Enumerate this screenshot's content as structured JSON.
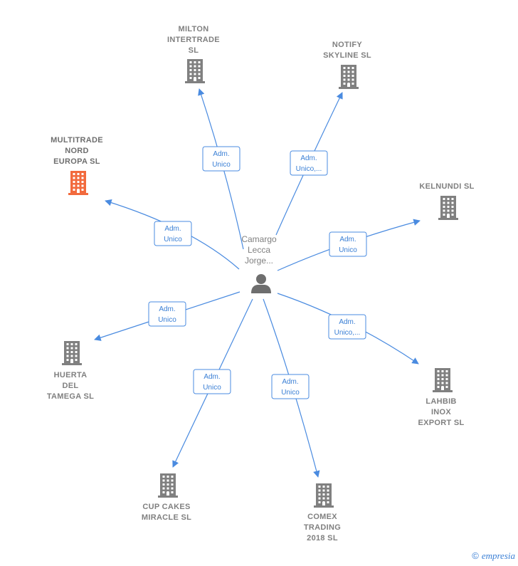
{
  "colors": {
    "edge": "#4a8be0",
    "building": "#808080",
    "building_highlight": "#f26a3d",
    "person": "#6e6e6e"
  },
  "center": {
    "lines": [
      "Camargo",
      "Lecca",
      "Jorge..."
    ]
  },
  "nodes": [
    {
      "id": "milton",
      "lines": [
        "MILTON",
        "INTERTRADE",
        "SL"
      ],
      "highlight": false
    },
    {
      "id": "notify",
      "lines": [
        "NOTIFY",
        "SKYLINE  SL"
      ],
      "highlight": false
    },
    {
      "id": "multitrade",
      "lines": [
        "MULTITRADE",
        "NORD",
        "EUROPA  SL"
      ],
      "highlight": true
    },
    {
      "id": "kelnundi",
      "lines": [
        "KELNUNDI  SL"
      ],
      "highlight": false
    },
    {
      "id": "huerta",
      "lines": [
        "HUERTA",
        "DEL",
        "TAMEGA  SL"
      ],
      "highlight": false
    },
    {
      "id": "lahbib",
      "lines": [
        "LAHBIB",
        "INOX",
        "EXPORT  SL"
      ],
      "highlight": false
    },
    {
      "id": "cupcakes",
      "lines": [
        "CUP CAKES",
        "MIRACLE  SL"
      ],
      "highlight": false
    },
    {
      "id": "comex",
      "lines": [
        "COMEX",
        "TRADING",
        "2018  SL"
      ],
      "highlight": false
    }
  ],
  "edges": [
    {
      "to": "milton",
      "lines": [
        "Adm.",
        "Unico"
      ]
    },
    {
      "to": "notify",
      "lines": [
        "Adm.",
        "Unico,..."
      ]
    },
    {
      "to": "multitrade",
      "lines": [
        "Adm.",
        "Unico"
      ]
    },
    {
      "to": "kelnundi",
      "lines": [
        "Adm.",
        "Unico"
      ]
    },
    {
      "to": "huerta",
      "lines": [
        "Adm.",
        "Unico"
      ]
    },
    {
      "to": "lahbib",
      "lines": [
        "Adm.",
        "Unico,..."
      ]
    },
    {
      "to": "cupcakes",
      "lines": [
        "Adm.",
        "Unico"
      ]
    },
    {
      "to": "comex",
      "lines": [
        "Adm.",
        "Unico"
      ]
    }
  ],
  "footer": {
    "copyright_symbol": "©",
    "brand": "empresia"
  }
}
